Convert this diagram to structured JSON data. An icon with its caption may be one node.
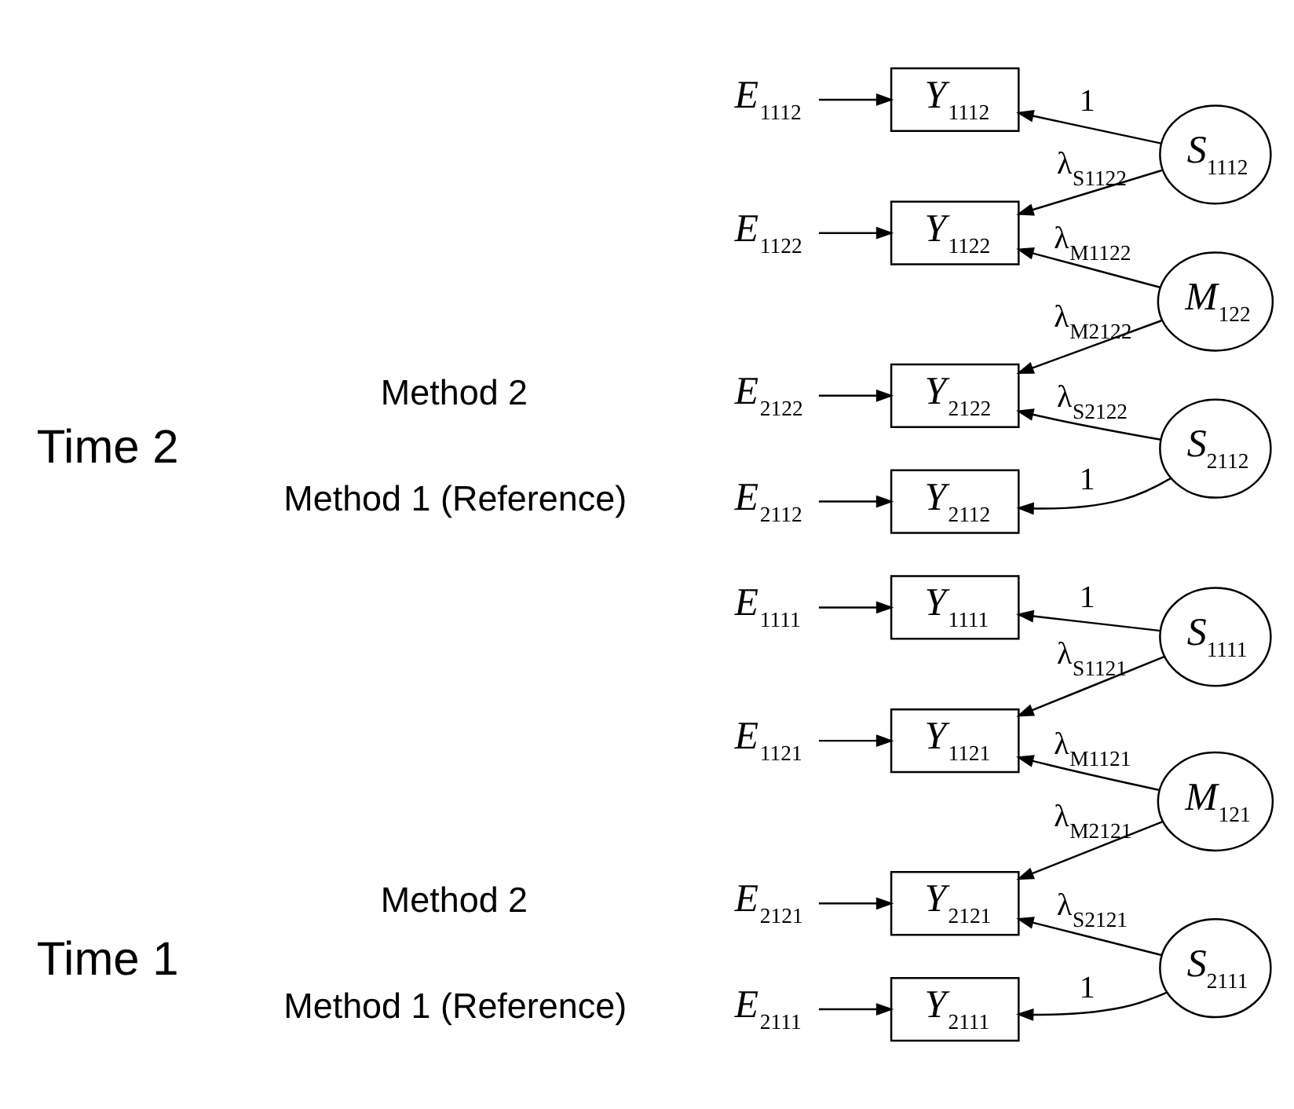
{
  "diagram": {
    "nodes": [
      {
        "text": [
          "*E*$_{1111}$"
        ]
      },
      {
        "text": [
          "*Y*$_{1111}$"
        ]
      },
      {
        "text": [
          "*S*$_{1111}$"
        ]
      },
      {
        "text": [
          "*E*$_{2111}$"
        ]
      },
      {
        "text": [
          "*Y*$_{2111}$"
        ]
      },
      {
        "text": [
          "*S*$_{2111}$"
        ]
      },
      {
        "text": [
          "*E*$_{1121}$"
        ]
      },
      {
        "text": [
          "*Y*$_{1121}$"
        ]
      },
      {
        "text": [
          "*E*$_{2121}$"
        ]
      },
      {
        "text": [
          "*Y*$_{2121}$"
        ]
      },
      {
        "text": [
          "*M*$_{121}$"
        ]
      },
      {
        "text": [
          "*E*$_{1112}$"
        ]
      },
      {
        "text": [
          "*Y*$_{1112}$"
        ]
      },
      {
        "text": [
          "*S*$_{1112}$"
        ]
      },
      {
        "text": [
          "*E*$_{2112}$"
        ]
      },
      {
        "text": [
          "*Y*$_{2112}$"
        ]
      },
      {
        "text": [
          "*S*$_{2112}$"
        ]
      },
      {
        "text": [
          "*E*$_{1122}$"
        ]
      },
      {
        "text": [
          "*Y*$_{1122}$"
        ]
      },
      {
        "text": [
          "*E*$_{2122}$"
        ]
      },
      {
        "text": [
          "*Y*$_{2122}$"
        ]
      },
      {
        "text": [
          "*M*$_{122}$"
        ]
      }
    ],
    "edges": [
      {
        "from": 0,
        "to": 1,
        "arrow": "to"
      },
      {
        "from": 2,
        "to": 1,
        "arrow": "to",
        "label": "1"
      },
      {
        "from": 3,
        "to": 4,
        "arrow": "to"
      },
      {
        "from": 5,
        "to": 4,
        "arrow": "to",
        "label": "1"
      },
      {
        "from": 6,
        "to": 7,
        "arrow": "to"
      },
      {
        "from": 8,
        "to": 9,
        "arrow": "to"
      },
      {
        "from": 2,
        "to": 7,
        "arrow": "to",
        "label": "λ$_{S1121}$"
      },
      {
        "from": 5,
        "to": 9,
        "arrow": "to",
        "label": "λ$_{S2121}$"
      },
      {
        "from": 10,
        "to": 7,
        "arrow": "to",
        "label": "λ$_{M1121}$"
      },
      {
        "from": 10,
        "to": 9,
        "arrow": "to",
        "label": "λ$_{M2121}$"
      },
      {
        "from": 11,
        "to": 12,
        "arrow": "to"
      },
      {
        "from": 13,
        "to": 12,
        "arrow": "to",
        "label": "1"
      },
      {
        "from": 14,
        "to": 15,
        "arrow": "to"
      },
      {
        "from": 16,
        "to": 15,
        "arrow": "to",
        "label": "1"
      },
      {
        "from": 17,
        "to": 18,
        "arrow": "to"
      },
      {
        "from": 19,
        "to": 20,
        "arrow": "to"
      },
      {
        "from": 13,
        "to": 18,
        "arrow": "to",
        "label": "λ$_{S1122}$"
      },
      {
        "from": 16,
        "to": 20,
        "arrow": "to",
        "label": "λ$_{S2122}$"
      },
      {
        "from": 21,
        "to": 18,
        "arrow": "to",
        "label": "λ$_{M1122}$"
      },
      {
        "from": 21,
        "to": 20,
        "arrow": "to",
        "label": "λ$_{M2122}$"
      }
    ],
    "labels": [
      "Time 1",
      "Method 1 (Reference)",
      "Method 2",
      "Time 2",
      "Method 1 (Reference)",
      "Method 2"
    ]
  }
}
